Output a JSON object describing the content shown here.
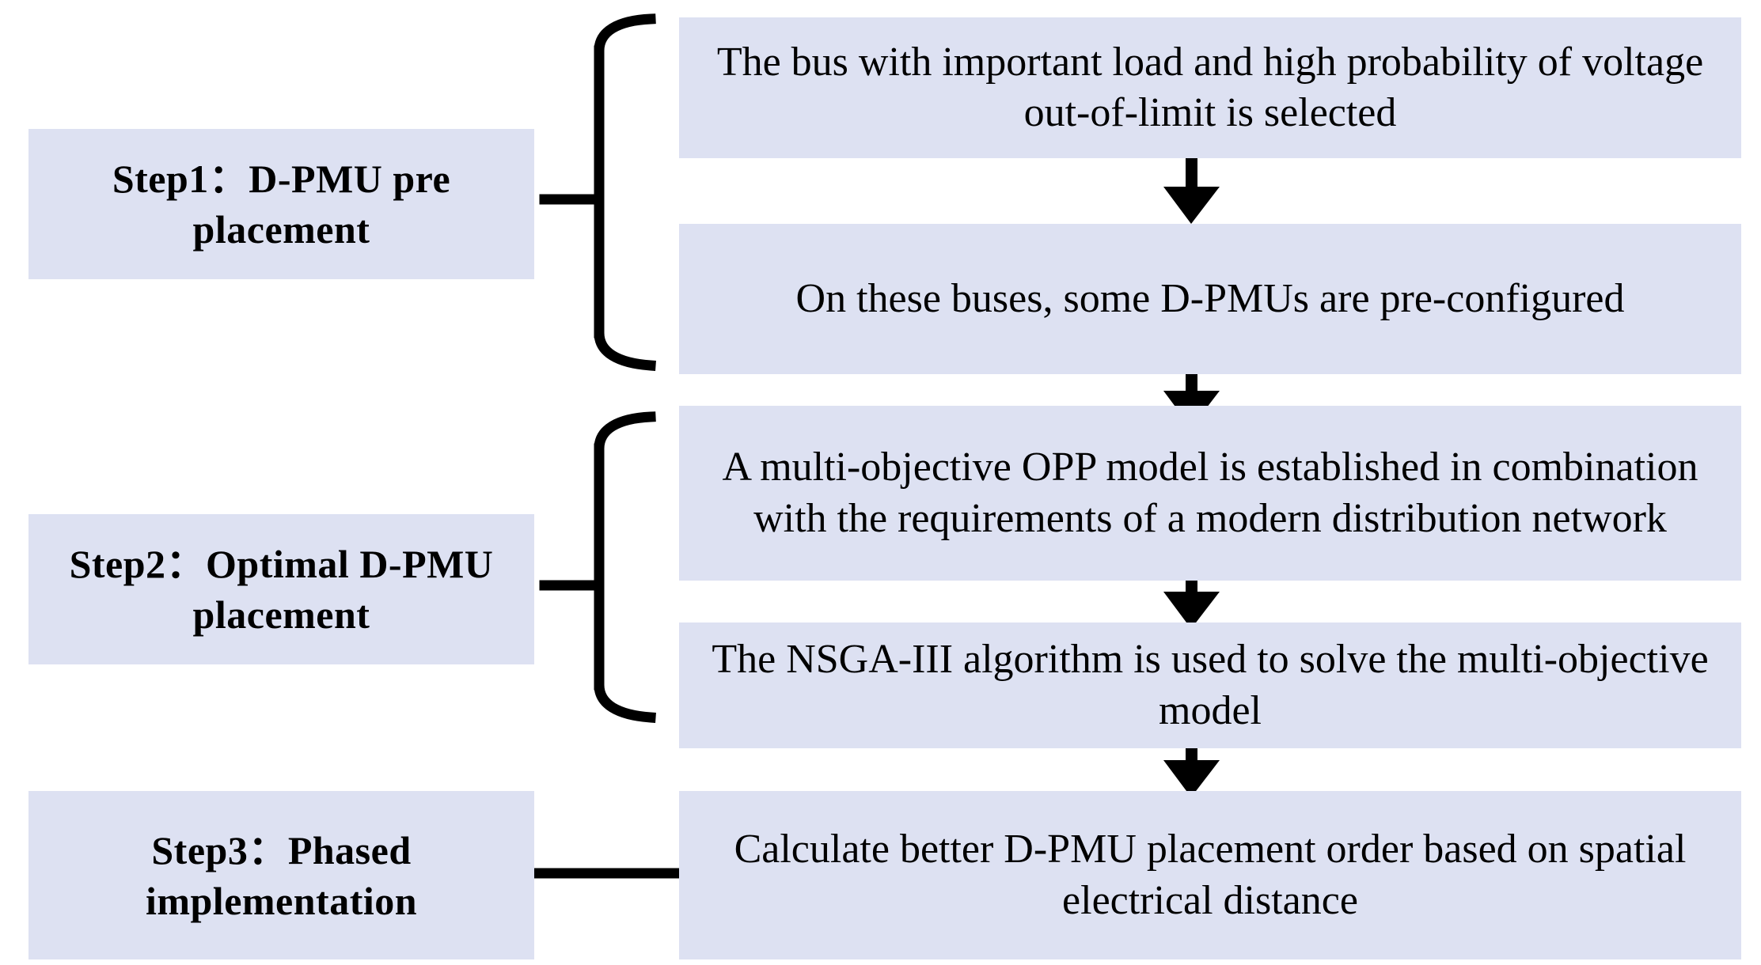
{
  "diagram": {
    "title": "D-PMU placement three-step flowchart",
    "colors": {
      "box_fill": "#dde1f2",
      "text": "#000000",
      "connector": "#000000",
      "background": "#ffffff"
    },
    "steps": [
      {
        "id": "step1",
        "label": "Step1：D-PMU pre placement"
      },
      {
        "id": "step2",
        "label": "Step2：Optimal D-PMU placement"
      },
      {
        "id": "step3",
        "label": "Step3：Phased implementation"
      }
    ],
    "nodes": [
      {
        "id": "node1",
        "step": "step1",
        "text": "The bus with important load and high probability of voltage out-of-limit is selected"
      },
      {
        "id": "node2",
        "step": "step1",
        "text": "On these buses, some D-PMUs are pre-configured"
      },
      {
        "id": "node3",
        "step": "step2",
        "text": "A multi-objective OPP model is established in combination with the requirements of a modern distribution network"
      },
      {
        "id": "node4",
        "step": "step2",
        "text": "The NSGA-III algorithm is used to solve the multi-objective model"
      },
      {
        "id": "node5",
        "step": "step3",
        "text": "Calculate better D-PMU placement order based on spatial electrical distance"
      }
    ],
    "connectors": [
      {
        "id": "arrow-1-2",
        "type": "arrow-down",
        "from": "node1",
        "to": "node2"
      },
      {
        "id": "arrow-2-3",
        "type": "arrow-down",
        "from": "node2",
        "to": "node3"
      },
      {
        "id": "arrow-3-4",
        "type": "arrow-down",
        "from": "node3",
        "to": "node4"
      },
      {
        "id": "arrow-4-5",
        "type": "arrow-down",
        "from": "node4",
        "to": "node5"
      },
      {
        "id": "brace-step1",
        "type": "curly-brace",
        "from": "step1",
        "to": "node1,node2"
      },
      {
        "id": "brace-step2",
        "type": "curly-brace",
        "from": "step2",
        "to": "node3,node4"
      },
      {
        "id": "line-step3",
        "type": "straight-line",
        "from": "step3",
        "to": "node5"
      }
    ]
  }
}
